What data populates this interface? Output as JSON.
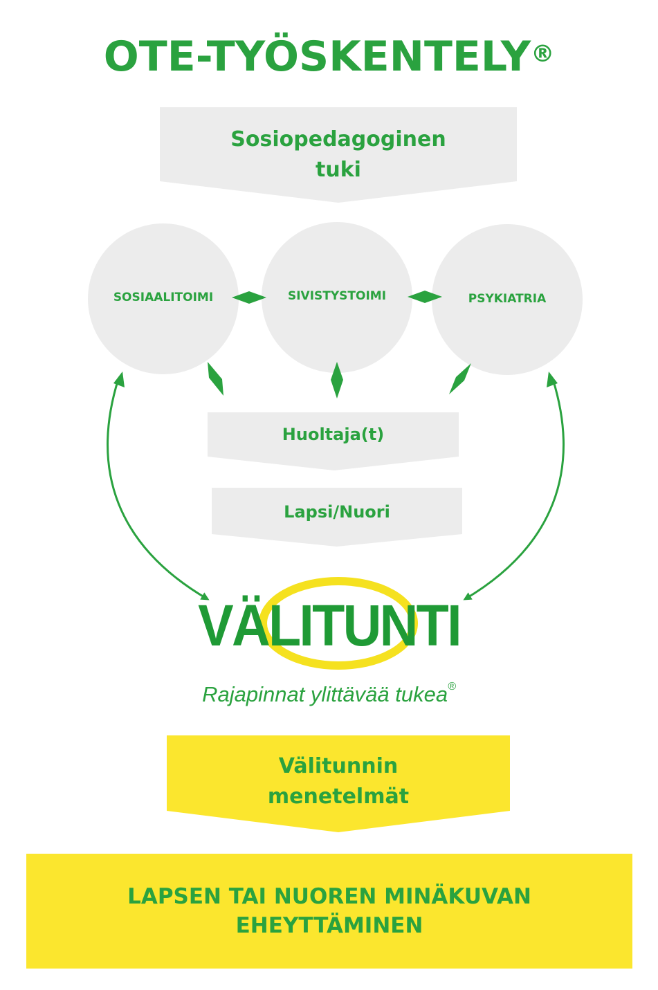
{
  "title": {
    "text": "OTE-TYÖSKENTELY",
    "mark": "®"
  },
  "top_box": {
    "line1": "Sosiopedagoginen",
    "line2": "tuki"
  },
  "circles": [
    {
      "label": "SOSIAALITOIMI"
    },
    {
      "label": "SIVISTYSTOIMI"
    },
    {
      "label": "PSYKIATRIA"
    }
  ],
  "boxes": {
    "guardian": "Huoltaja(t)",
    "child": "Lapsi/Nuori",
    "methods_line1": "Välitunnin",
    "methods_line2": "menetelmät",
    "result_line1": "LAPSEN TAI NUOREN MINÄKUVAN",
    "result_line2": "EHEYTTÄMINEN"
  },
  "logo": {
    "text": "VÄLITUNTI"
  },
  "tagline": {
    "text": "Rajapinnat ylittävää tukea",
    "mark": "®"
  },
  "colors": {
    "green": "#2aa23f",
    "gray_fill": "#ececec",
    "yellow_fill": "#fbe62e",
    "ring_yellow": "#f5e11f"
  }
}
